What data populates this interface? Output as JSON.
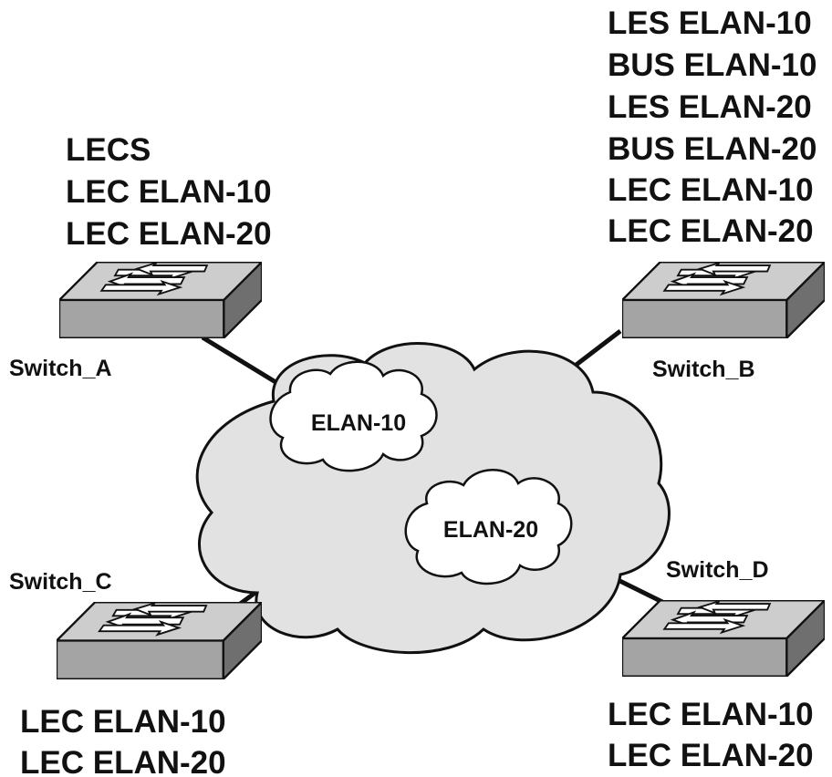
{
  "colors": {
    "background": "#ffffff",
    "ink": "#111111",
    "cloud_fill": "#e2e2e2",
    "inner_cloud_fill": "#ffffff",
    "switch_top": "#cdcdcd",
    "switch_front": "#a4a4a4",
    "switch_side": "#6f6f6f",
    "arrow_fill": "#ffffff"
  },
  "icons": {
    "switch": "switch-icon",
    "cloud": "cloud-icon",
    "arrow": "arrow-icon"
  },
  "network": {
    "atm_cloud": {
      "elan_a": "ELAN-10",
      "elan_b": "ELAN-20"
    }
  },
  "switches": {
    "a": {
      "name": "Switch_A",
      "services": [
        "LECS",
        "LEC ELAN-10",
        "LEC ELAN-20"
      ]
    },
    "b": {
      "name": "Switch_B",
      "services": [
        "LES ELAN-10",
        "BUS ELAN-10",
        "LES ELAN-20",
        "BUS ELAN-20",
        "LEC ELAN-10",
        "LEC ELAN-20"
      ]
    },
    "c": {
      "name": "Switch_C",
      "services": [
        "LEC ELAN-10",
        "LEC ELAN-20"
      ]
    },
    "d": {
      "name": "Switch_D",
      "services": [
        "LEC ELAN-10",
        "LEC ELAN-20"
      ]
    }
  }
}
